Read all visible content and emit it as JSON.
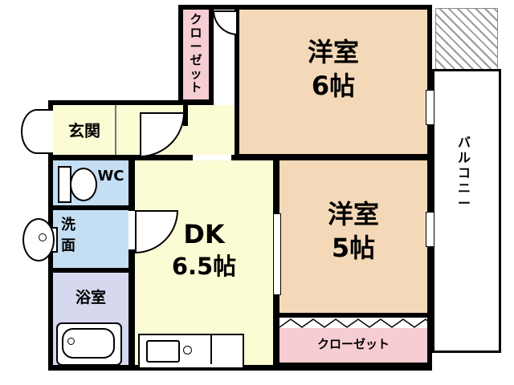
{
  "colors": {
    "wall": "#000000",
    "closet_pink": "#f6cdd2",
    "western_room_peach": "#f3d9b7",
    "dk_yellow": "#fcfcd4",
    "wet_area_blue": "#c4def4",
    "bath_lavender": "#d6d8ef",
    "balcony_white": "#ffffff",
    "hatch_gray": "#999999"
  },
  "rooms": {
    "closet_top": {
      "label": "クローゼット"
    },
    "western6": {
      "label": "洋室",
      "size": "6帖"
    },
    "balcony": {
      "label": "バルコニー"
    },
    "entrance": {
      "label": "玄関"
    },
    "wc": {
      "label": "WC"
    },
    "washroom": {
      "label": "洗面"
    },
    "bathroom": {
      "label": "浴室"
    },
    "dk": {
      "label": "DK",
      "size": "6.5帖"
    },
    "western5": {
      "label": "洋室",
      "size": "5帖"
    },
    "closet_bottom": {
      "label": "クローゼット"
    }
  },
  "icons": {
    "toilet": "toilet-icon",
    "washbasin": "washbasin-icon",
    "bathtub": "bathtub-icon",
    "kitchen_counter": "kitchen-sink-icon",
    "door_swing": "door-swing-arc",
    "folding_door": "folding-door-zigzag"
  }
}
